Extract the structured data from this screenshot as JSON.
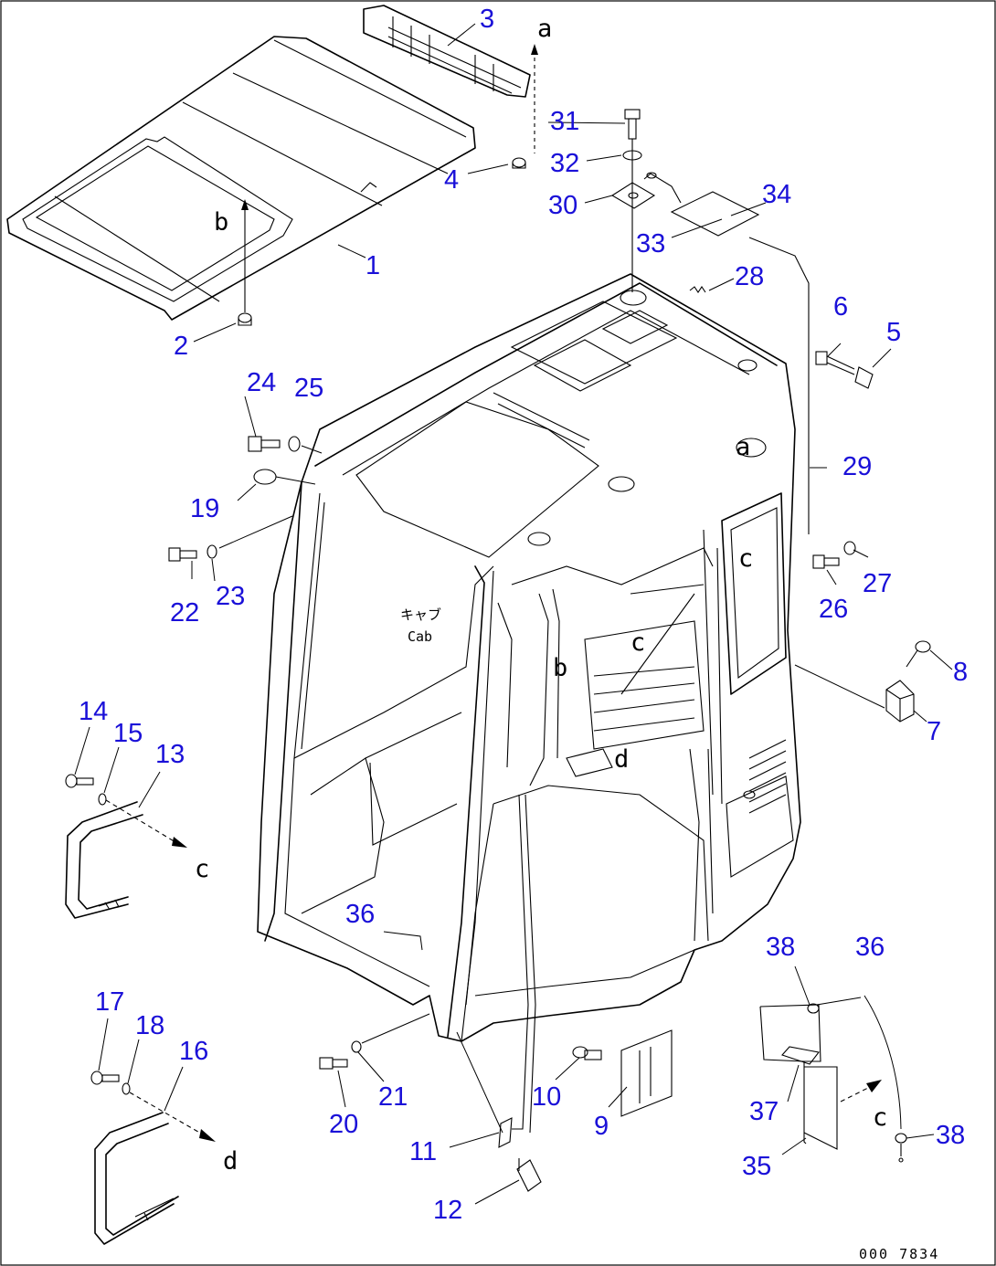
{
  "callouts": [
    {
      "label": "1"
    },
    {
      "label": "2"
    },
    {
      "label": "3"
    },
    {
      "label": "4"
    },
    {
      "label": "5"
    },
    {
      "label": "6"
    },
    {
      "label": "7"
    },
    {
      "label": "8"
    },
    {
      "label": "9"
    },
    {
      "label": "10"
    },
    {
      "label": "11"
    },
    {
      "label": "12"
    },
    {
      "label": "13"
    },
    {
      "label": "14"
    },
    {
      "label": "15"
    },
    {
      "label": "16"
    },
    {
      "label": "17"
    },
    {
      "label": "18"
    },
    {
      "label": "19"
    },
    {
      "label": "20"
    },
    {
      "label": "21"
    },
    {
      "label": "22"
    },
    {
      "label": "23"
    },
    {
      "label": "24"
    },
    {
      "label": "25"
    },
    {
      "label": "26"
    },
    {
      "label": "27"
    },
    {
      "label": "28"
    },
    {
      "label": "29"
    },
    {
      "label": "30"
    },
    {
      "label": "31"
    },
    {
      "label": "32"
    },
    {
      "label": "33"
    },
    {
      "label": "34"
    },
    {
      "label": "35"
    },
    {
      "label": "36"
    },
    {
      "label": "36"
    },
    {
      "label": "37"
    },
    {
      "label": "38"
    },
    {
      "label": "38"
    }
  ],
  "reference_letters": {
    "a": "a",
    "b": "b",
    "c": "c",
    "d": "d"
  },
  "cab_text": {
    "japanese": "キャブ",
    "english": "Cab"
  },
  "drawing_number": "000 7834",
  "colors": {
    "callout": "#1a10d8",
    "line": "#000000",
    "background": "#ffffff"
  }
}
